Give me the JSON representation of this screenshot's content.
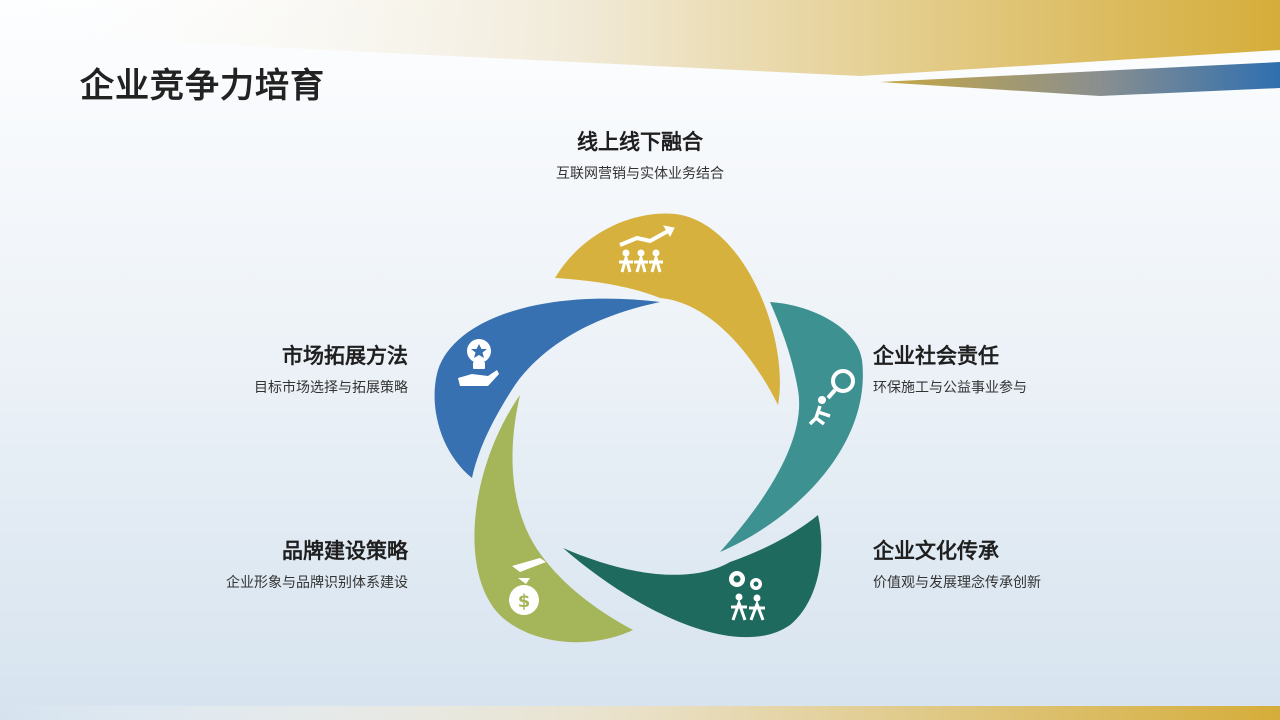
{
  "title": "企业竞争力培育",
  "colors": {
    "gold": "#D6B13E",
    "teal": "#3E9191",
    "dark_green": "#1E6A5E",
    "olive": "#A5B55A",
    "blue": "#3771B1"
  },
  "items": [
    {
      "title": "线上线下融合",
      "desc": "互联网营销与实体业务结合",
      "icon": "growth-team-icon"
    },
    {
      "title": "企业社会责任",
      "desc": "环保施工与公益事业参与",
      "icon": "magnifier-person-icon"
    },
    {
      "title": "企业文化传承",
      "desc": "价值观与发展理念传承创新",
      "icon": "gears-team-icon"
    },
    {
      "title": "品牌建设策略",
      "desc": "企业形象与品牌识别体系建设",
      "icon": "money-bag-icon"
    },
    {
      "title": "市场拓展方法",
      "desc": "目标市场选择与拓展策略",
      "icon": "idea-bulb-hand-icon"
    }
  ]
}
